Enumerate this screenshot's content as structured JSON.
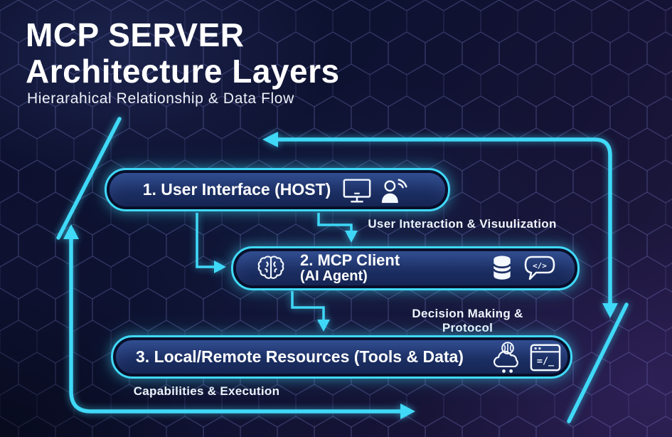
{
  "header": {
    "title_line1": "MCP SERVER",
    "title_line2": "Architecture Layers",
    "subtitle": "Hierarahical Relationship & Data Flow"
  },
  "layers": [
    {
      "id": 1,
      "label": "1. User Interface (HOST)",
      "icons": [
        "monitor-icon",
        "user-signal-icon"
      ]
    },
    {
      "id": 2,
      "label_line1": "2. MCP Client",
      "label_line2": "(AI Agent)",
      "icons": [
        "brain-icon",
        "database-icon",
        "code-chat-icon"
      ]
    },
    {
      "id": 3,
      "label": "3. Local/Remote Resources (Tools & Data)",
      "icons": [
        "cloud-ai-icon",
        "terminal-window-icon"
      ]
    }
  ],
  "flow_labels": {
    "interaction": "User Interaction & Visuulization",
    "decision": "Decision Making & Protocol",
    "capabilities": "Capabilities & Execution"
  },
  "glyphs": {
    "code_bubble": "</>",
    "terminal": "=/_"
  },
  "colors": {
    "accent_cyan": "#40d9f8",
    "box_fill_top": "#2a4685",
    "box_fill_bottom": "#142350",
    "background_navy": "#0d1130",
    "background_purple": "#221a42",
    "text_white": "#ffffff"
  }
}
